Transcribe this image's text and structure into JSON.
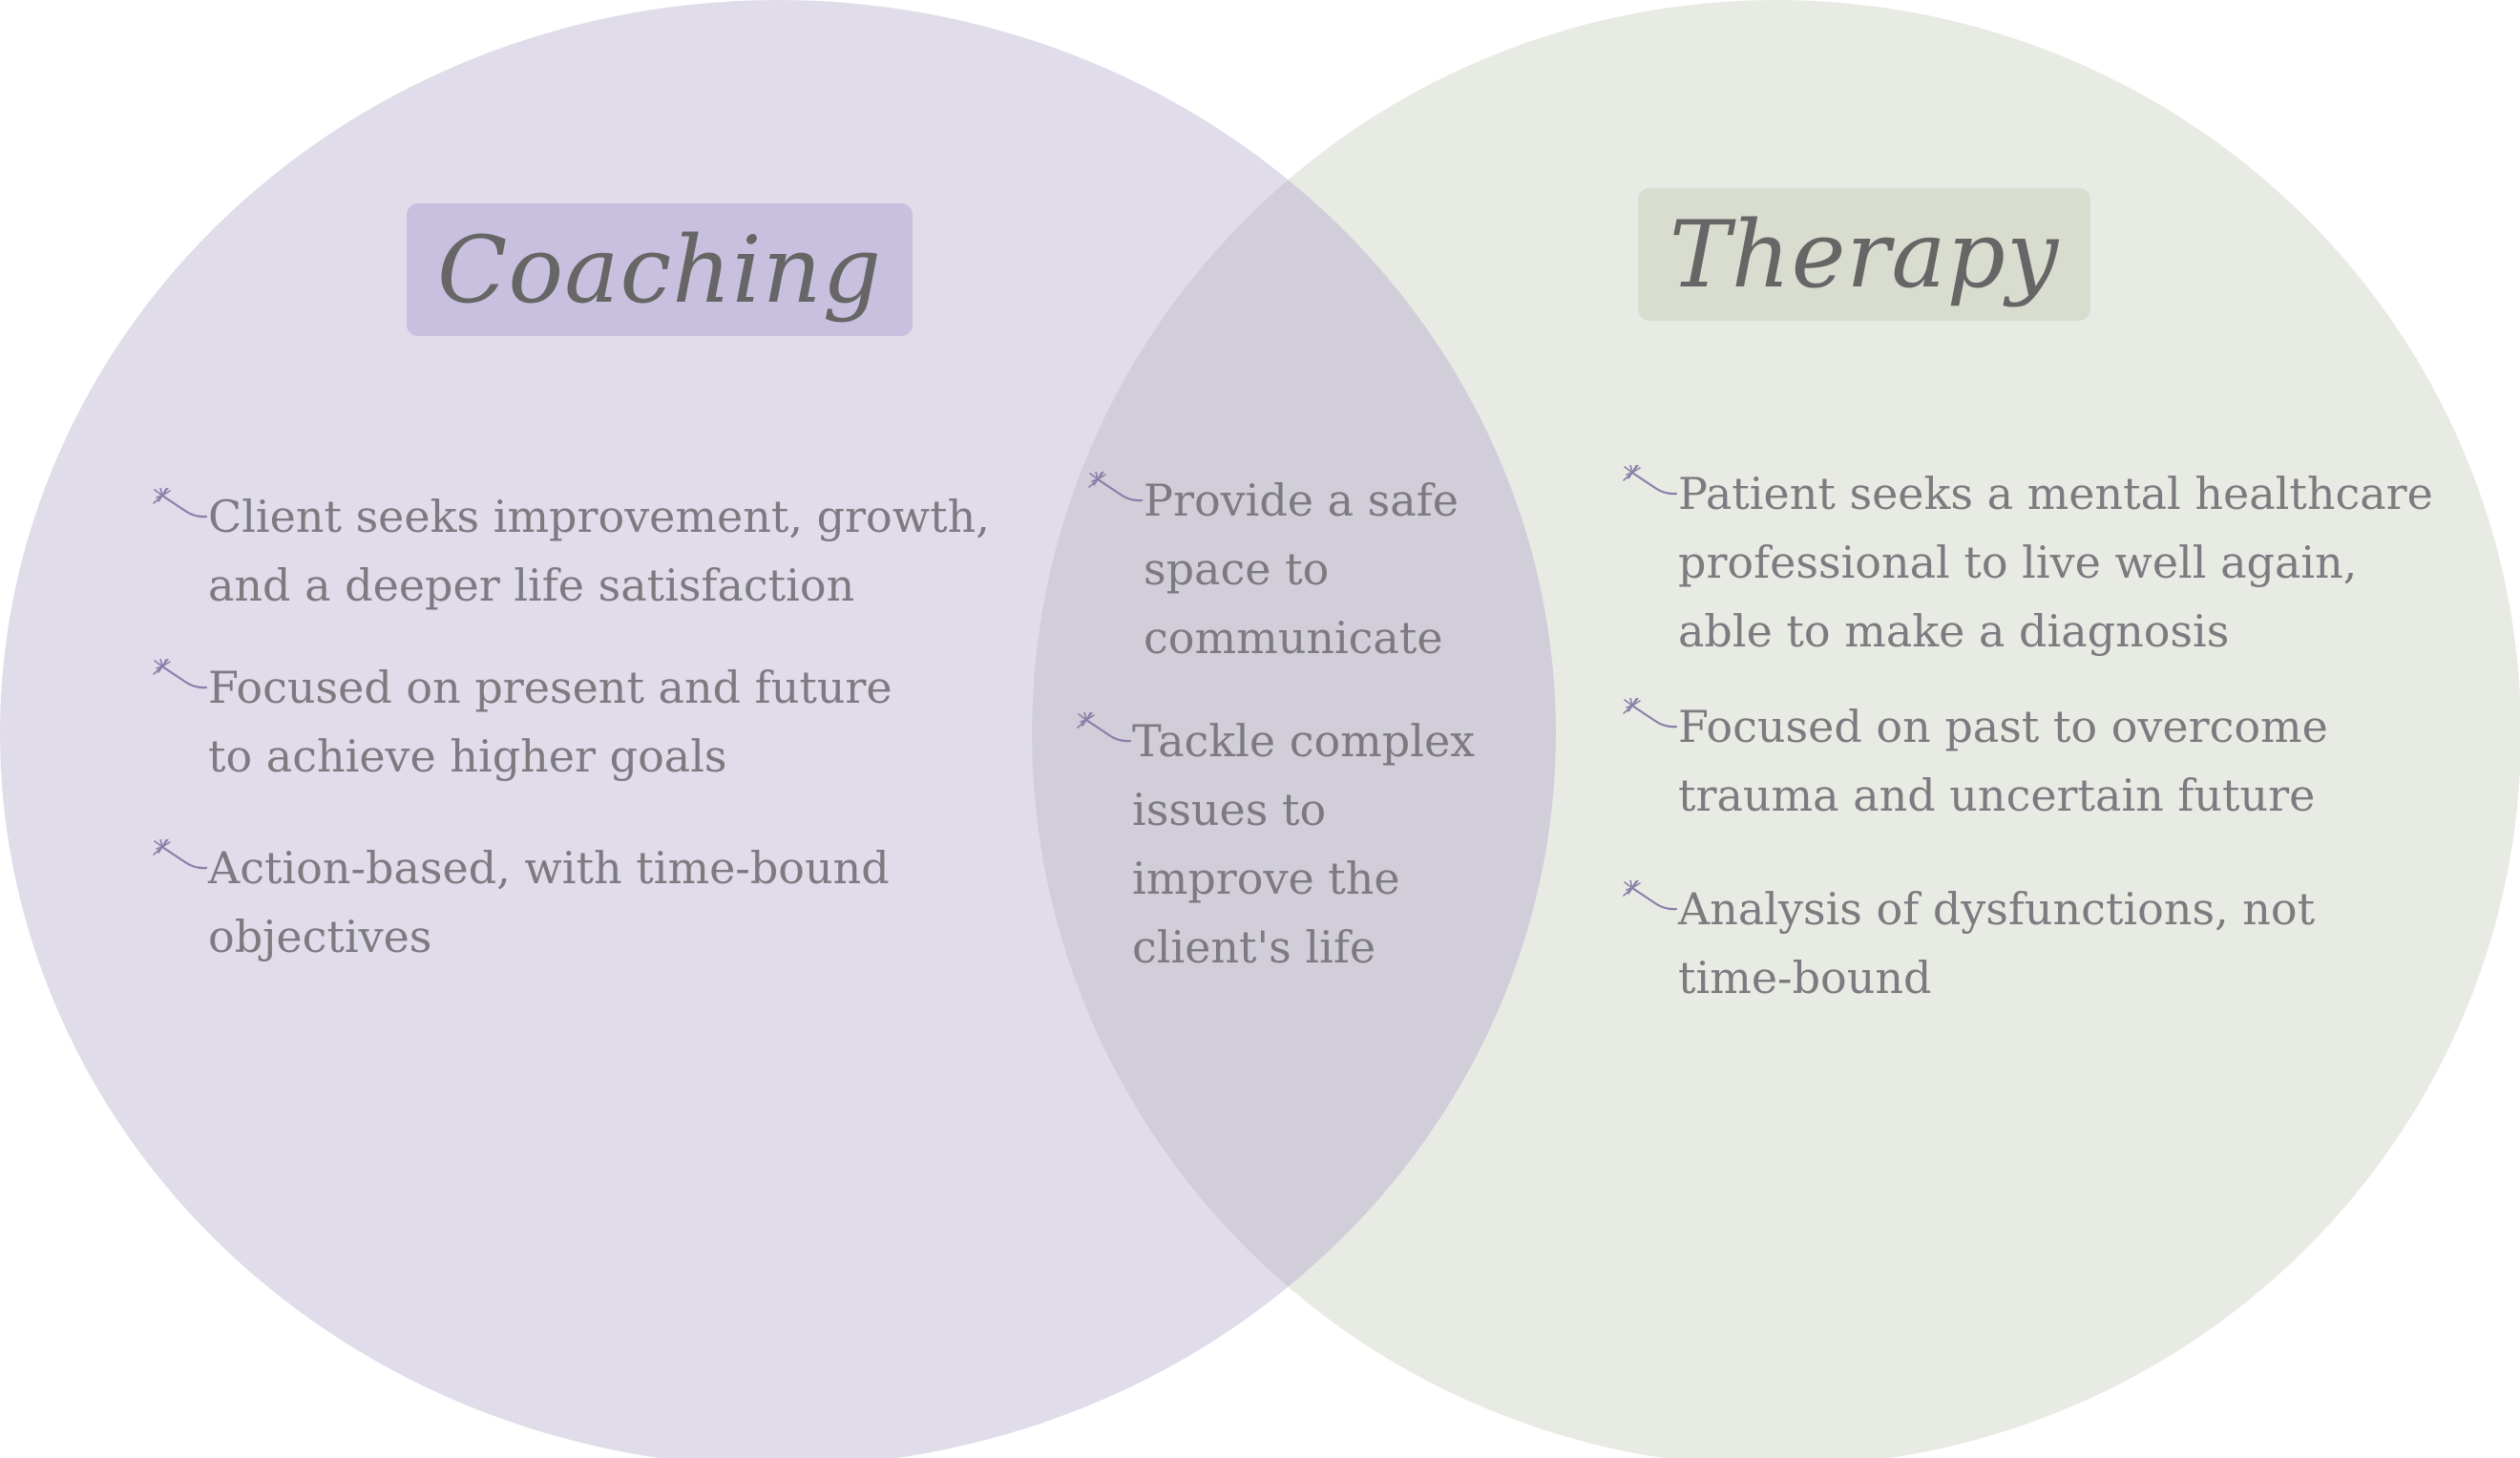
{
  "colors": {
    "coaching_circle": "#e0dcea",
    "therapy_circle": "#e8ebe4",
    "overlap": "#d1ced9",
    "coaching_title_bg": "#c8c0de",
    "therapy_title_bg": "#d9ddd0",
    "title_text": "#666666",
    "body_text": "#7d7a80",
    "bullet_icon": "#8a7fa8"
  },
  "coaching": {
    "title": "Coaching",
    "items": [
      "Client seeks improvement, growth, and a deeper life satisfaction",
      "Focused on present and future to achieve higher goals",
      "Action-based, with time-bound objectives"
    ]
  },
  "shared": {
    "items": [
      "Provide a safe space to communicate",
      "Tackle complex issues to improve the client's life"
    ]
  },
  "therapy": {
    "title": "Therapy",
    "items": [
      "Patient seeks a mental healthcare professional to live well again, able to make a diagnosis",
      "Focused on past to overcome trauma and uncertain future",
      "Analysis of dysfunctions, not time-bound"
    ]
  }
}
